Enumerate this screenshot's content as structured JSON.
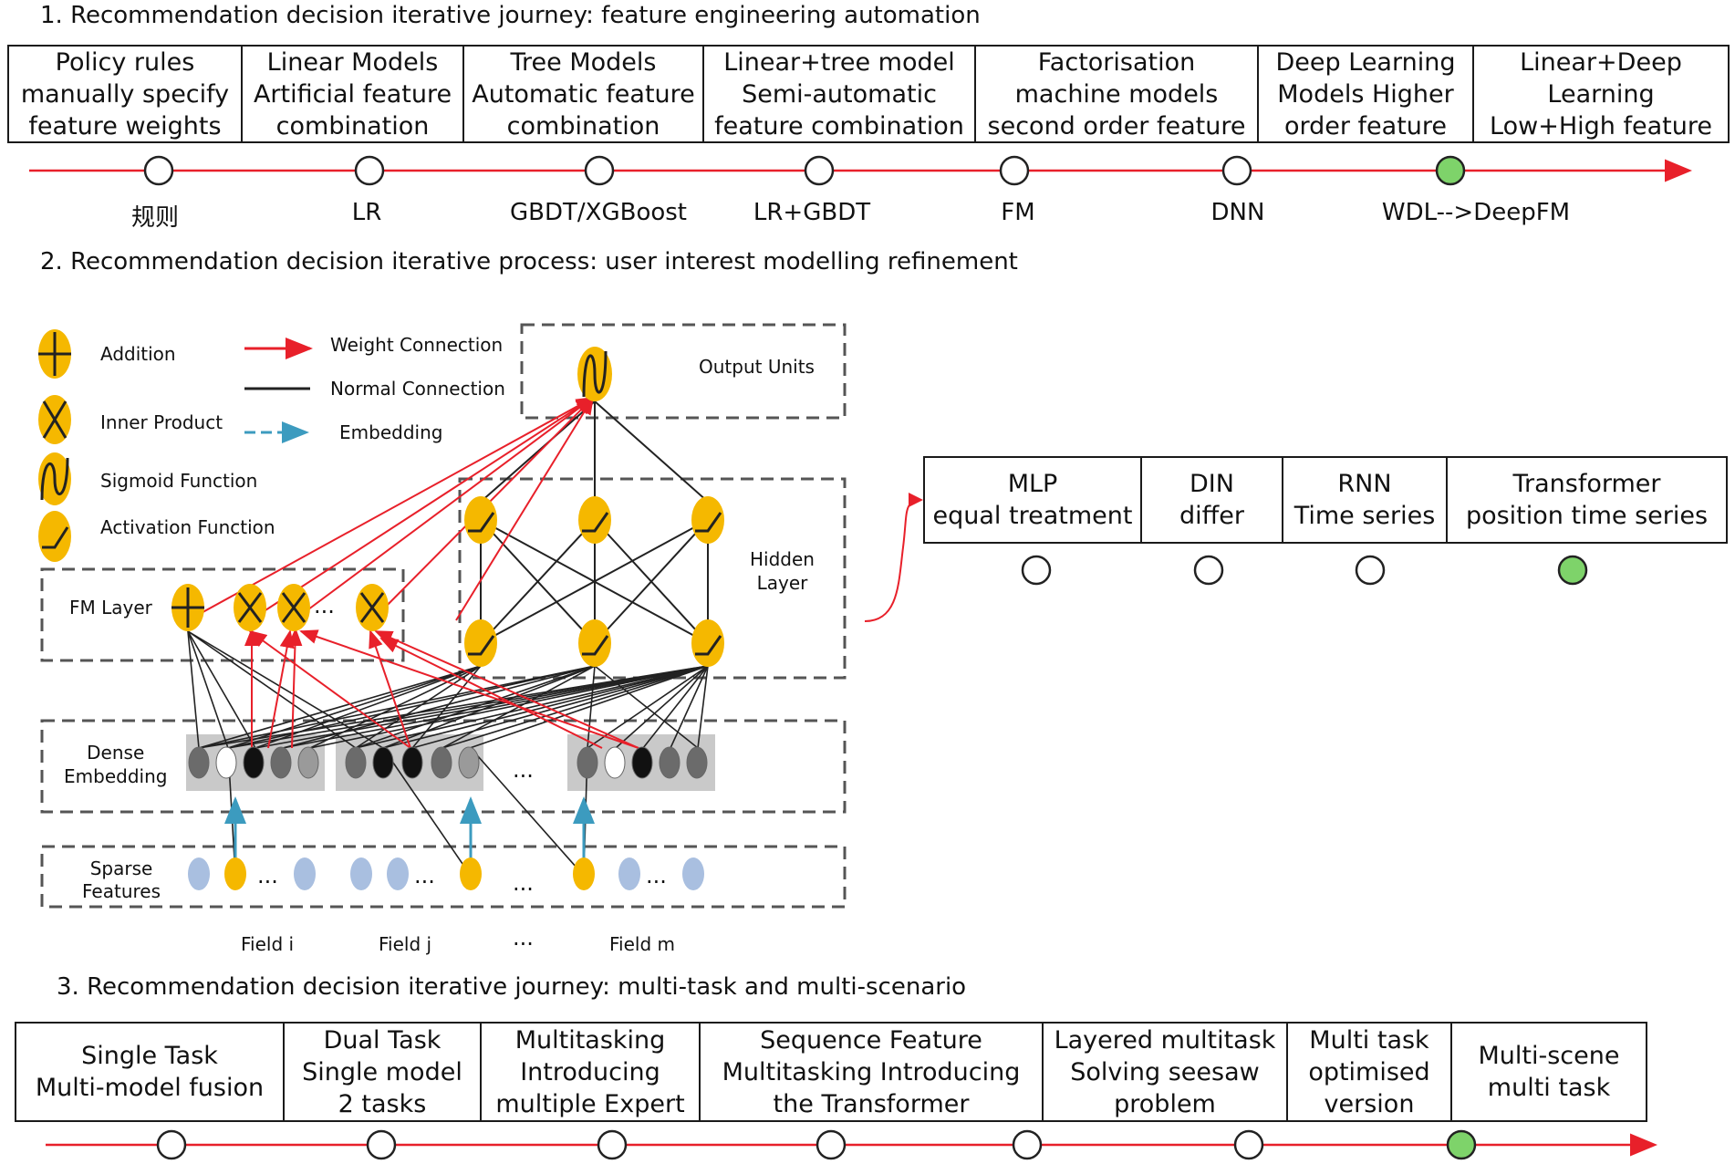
{
  "section1": {
    "title": "1. Recommendation decision iterative journey: feature engineering automation",
    "stages": [
      {
        "lines": [
          "Policy rules",
          "manually specify",
          "feature weights"
        ],
        "label": "规则",
        "highlighted": false
      },
      {
        "lines": [
          "Linear Models",
          "Artificial feature",
          "combination"
        ],
        "label": "LR",
        "highlighted": false
      },
      {
        "lines": [
          "Tree Models",
          "Automatic feature",
          "combination"
        ],
        "label": "GBDT/XGBoost",
        "highlighted": false
      },
      {
        "lines": [
          "Linear+tree model",
          "Semi-automatic",
          "feature combination"
        ],
        "label": "LR+GBDT",
        "highlighted": false
      },
      {
        "lines": [
          "Factorisation",
          "machine models",
          "second order feature"
        ],
        "label": "FM",
        "highlighted": false
      },
      {
        "lines": [
          "Deep Learning",
          "Models Higher",
          "order feature"
        ],
        "label": "DNN",
        "highlighted": false
      },
      {
        "lines": [
          "Linear+Deep",
          "Learning",
          "Low+High feature"
        ],
        "label": "WDL-->DeepFM",
        "highlighted": true
      }
    ]
  },
  "section2": {
    "title": "2. Recommendation decision iterative process: user interest modelling refinement",
    "legend": {
      "addition": "Addition",
      "inner_product": "Inner Product",
      "sigmoid": "Sigmoid Function",
      "activation": "Activation Function",
      "weight_connection": "Weight Connection",
      "normal_connection": "Normal Connection",
      "embedding": "Embedding"
    },
    "layers": {
      "output": "Output Units",
      "hidden": [
        "Hidden",
        "Layer"
      ],
      "fm": "FM Layer",
      "dense": [
        "Dense",
        "Embedding"
      ],
      "sparse": [
        "Sparse",
        "Features"
      ]
    },
    "fields": [
      "Field i",
      "Field j",
      "Field m"
    ],
    "ellipsis": "...",
    "stages": [
      {
        "lines": [
          "MLP",
          "equal treatment"
        ],
        "highlighted": false
      },
      {
        "lines": [
          "DIN",
          "differ"
        ],
        "highlighted": false
      },
      {
        "lines": [
          "RNN",
          "Time series"
        ],
        "highlighted": false
      },
      {
        "lines": [
          "Transformer",
          "position time series"
        ],
        "highlighted": true
      }
    ]
  },
  "section3": {
    "title": "3. Recommendation decision iterative journey: multi-task and multi-scenario",
    "stages": [
      {
        "lines": [
          "Single Task",
          "Multi-model fusion"
        ],
        "highlighted": false
      },
      {
        "lines": [
          "Dual Task",
          "Single model",
          "2 tasks"
        ],
        "highlighted": false
      },
      {
        "lines": [
          "Multitasking",
          "Introducing",
          "multiple Expert"
        ],
        "highlighted": false
      },
      {
        "lines": [
          "Sequence Feature",
          "Multitasking Introducing",
          "the Transformer"
        ],
        "highlighted": false
      },
      {
        "lines": [
          "Layered multitask",
          "Solving seesaw",
          "problem"
        ],
        "highlighted": false
      },
      {
        "lines": [
          "Multi task",
          "optimised",
          "version"
        ],
        "highlighted": false
      },
      {
        "lines": [
          "Multi-scene",
          "multi task"
        ],
        "highlighted": true
      }
    ]
  },
  "colors": {
    "timeline": "#e8202a",
    "highlight": "#7ed36a",
    "node_yellow": "#f5b800",
    "embed_arrow": "#3c9bbf",
    "sparse_blue": "#a9bfe0"
  }
}
